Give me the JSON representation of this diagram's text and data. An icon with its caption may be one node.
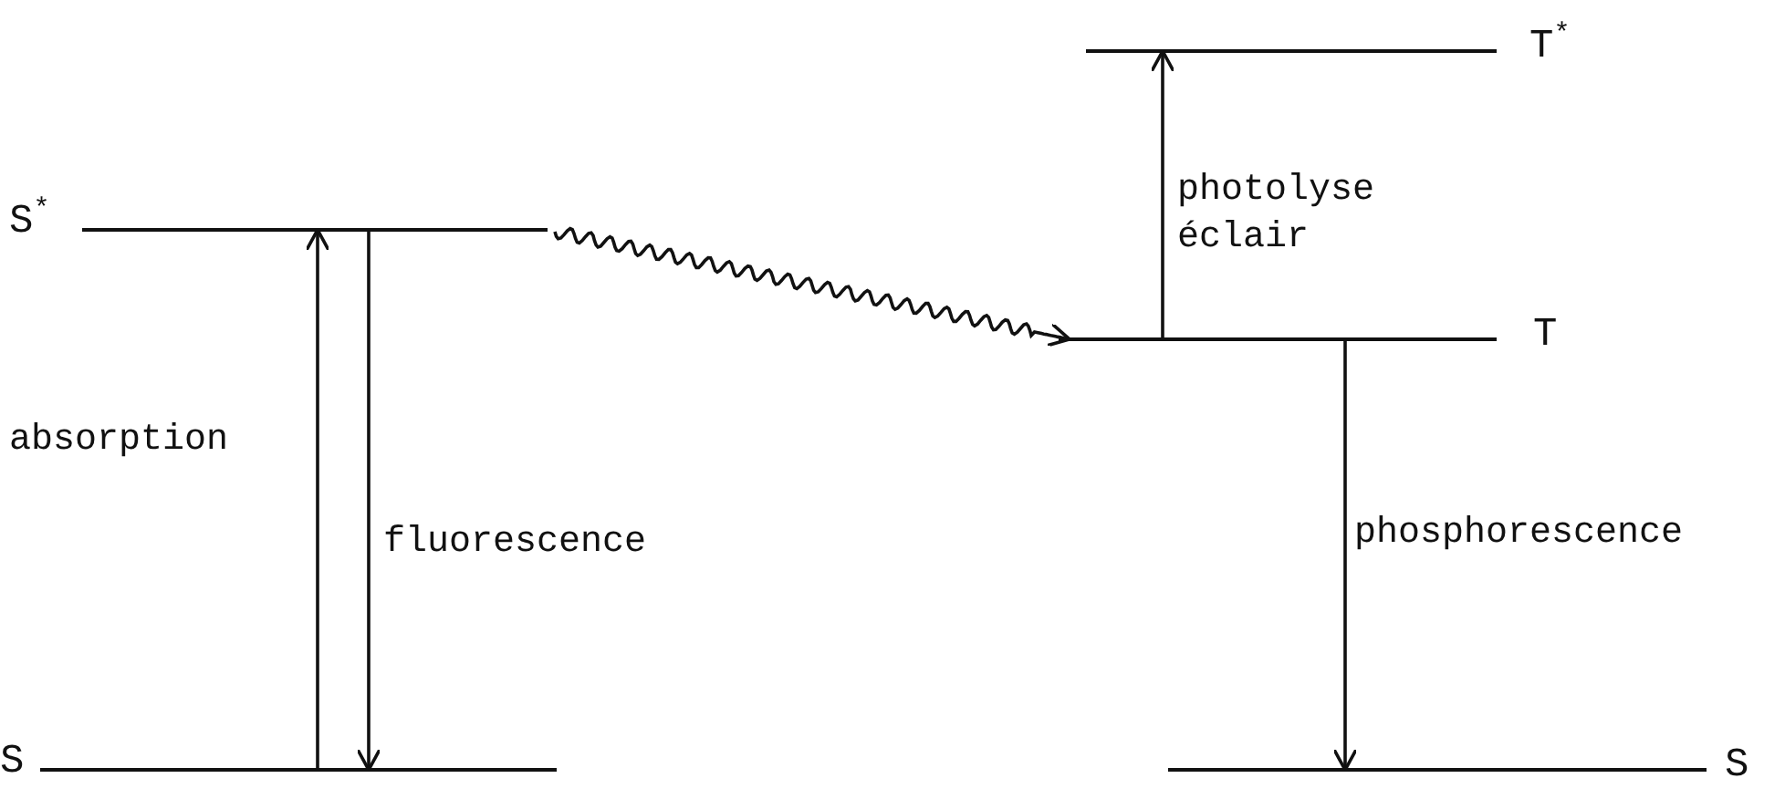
{
  "diagram": {
    "nodes": [
      {
        "text": [
          "S$^{*}$"
        ]
      },
      {
        "text": [
          "S"
        ]
      },
      {
        "text": [
          "T$^{*}$"
        ]
      },
      {
        "text": [
          "T"
        ]
      },
      {
        "text": [
          "S"
        ]
      }
    ],
    "edges": [
      {
        "from": 1,
        "to": 0,
        "arrow": "to",
        "label": "absorption"
      },
      {
        "from": 0,
        "to": 1,
        "arrow": "to",
        "label": "fluorescence"
      },
      {
        "from": 0,
        "to": 3,
        "arrow": "to"
      },
      {
        "from": 3,
        "to": 2,
        "arrow": "to",
        "label": "photolyse éclair"
      },
      {
        "from": 3,
        "to": 4,
        "arrow": "to",
        "label": "phosphorescence"
      }
    ]
  }
}
